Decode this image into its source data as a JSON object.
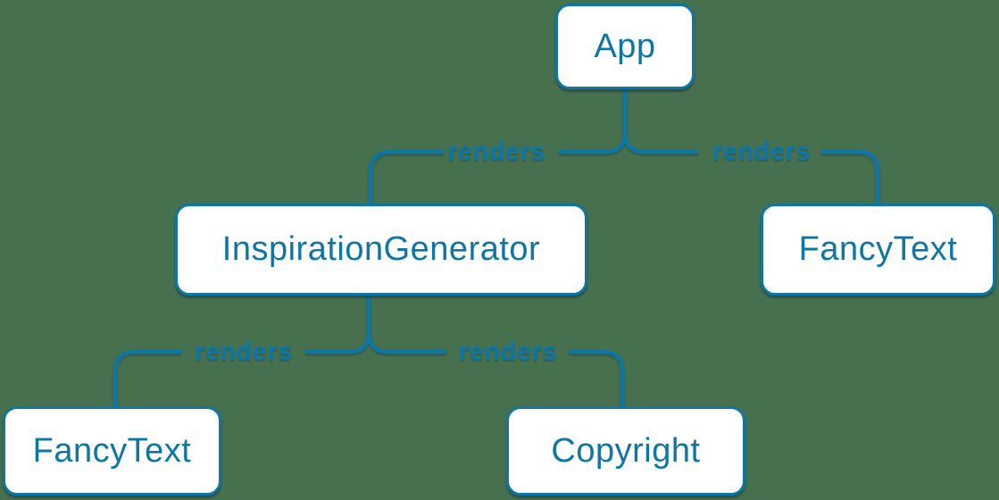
{
  "diagram": {
    "title_semantic": "React component render tree",
    "background_color": "#47704E",
    "accent_color": "#0D76A5",
    "node_fill_color": "#FFFFFF",
    "nodes": [
      {
        "id": "app",
        "label": "App"
      },
      {
        "id": "inspiration-generator",
        "label": "InspirationGenerator"
      },
      {
        "id": "fancy-text-top",
        "label": "FancyText"
      },
      {
        "id": "fancy-text-bottom",
        "label": "FancyText"
      },
      {
        "id": "copyright",
        "label": "Copyright"
      }
    ],
    "edges": [
      {
        "from": "app",
        "to": "inspiration-generator",
        "label": "renders"
      },
      {
        "from": "app",
        "to": "fancy-text-top",
        "label": "renders"
      },
      {
        "from": "inspiration-generator",
        "to": "fancy-text-bottom",
        "label": "renders"
      },
      {
        "from": "inspiration-generator",
        "to": "copyright",
        "label": "renders"
      }
    ]
  }
}
